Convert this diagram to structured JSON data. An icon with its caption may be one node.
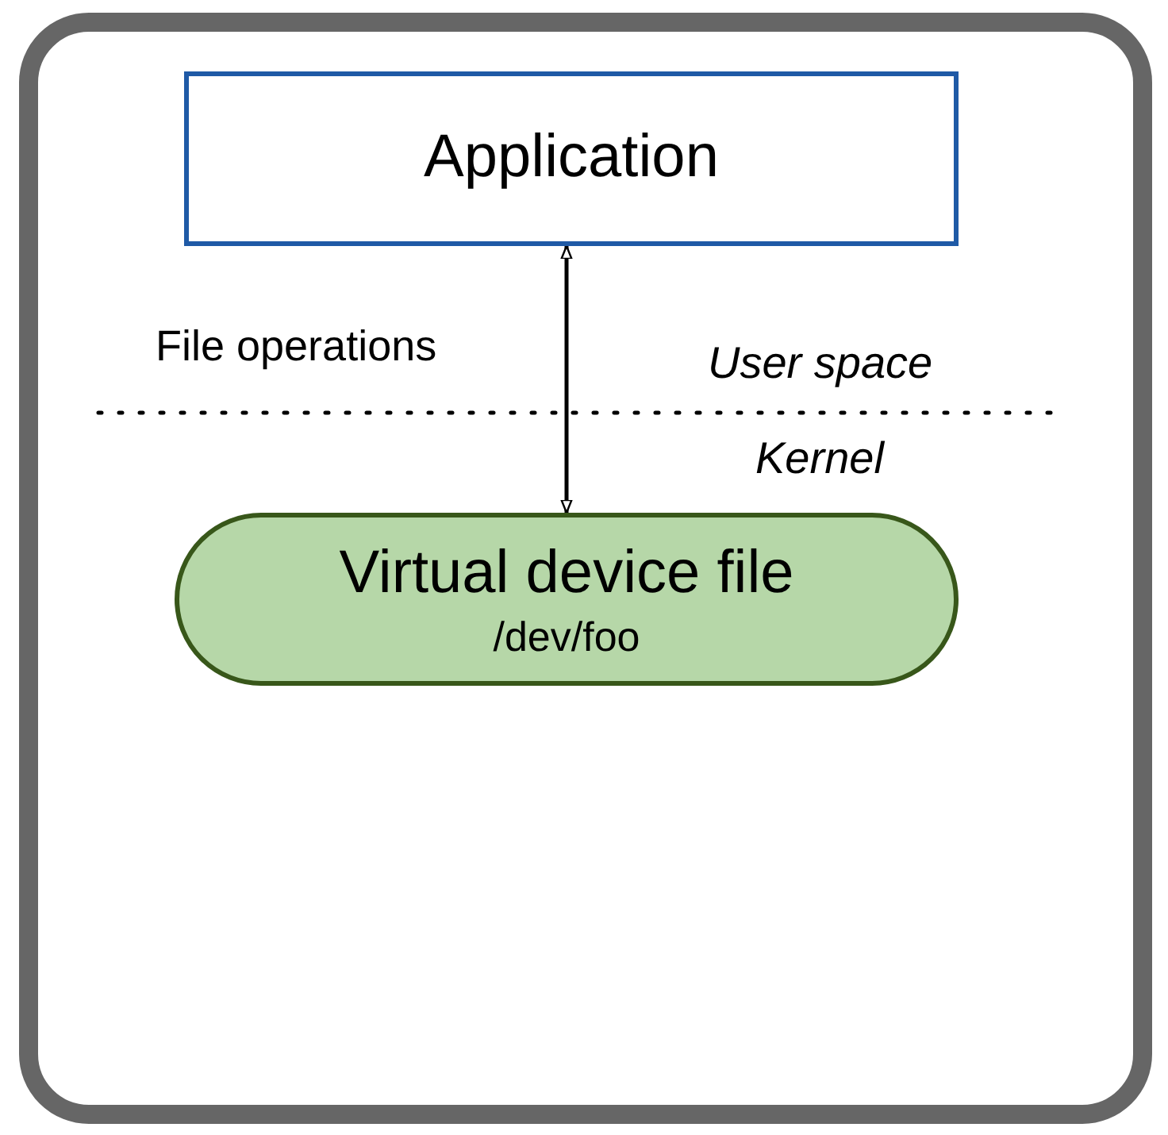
{
  "diagram": {
    "nodes": [
      {
        "text": [
          "Application"
        ]
      },
      {
        "text": [
          "Virtual device file",
          "/dev/foo"
        ]
      }
    ],
    "edges": [
      {
        "from": 0,
        "to": 1,
        "arrow": "both",
        "label": "File operations"
      }
    ],
    "labels": [
      "User space",
      "Kernel"
    ]
  }
}
